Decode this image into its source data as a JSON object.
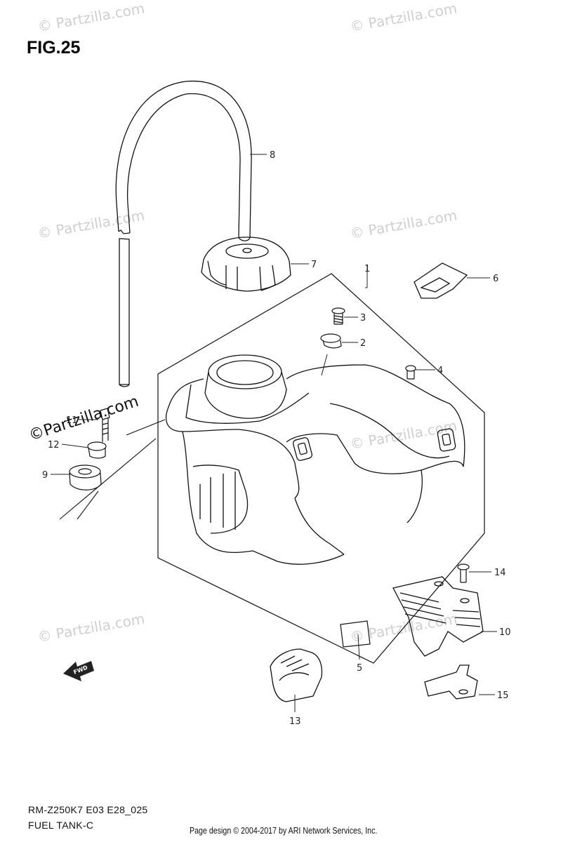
{
  "figure": {
    "title": "FIG.25"
  },
  "diagram": {
    "callouts": [
      {
        "id": "1",
        "label": "1"
      },
      {
        "id": "2",
        "label": "2"
      },
      {
        "id": "3",
        "label": "3"
      },
      {
        "id": "4",
        "label": "4"
      },
      {
        "id": "5",
        "label": "5"
      },
      {
        "id": "6",
        "label": "6"
      },
      {
        "id": "7",
        "label": "7"
      },
      {
        "id": "8",
        "label": "8"
      },
      {
        "id": "9",
        "label": "9"
      },
      {
        "id": "10",
        "label": "10"
      },
      {
        "id": "11",
        "label": "11"
      },
      {
        "id": "12",
        "label": "12"
      },
      {
        "id": "13",
        "label": "13"
      },
      {
        "id": "14",
        "label": "14"
      },
      {
        "id": "15",
        "label": "15"
      }
    ],
    "fwd_label": "FWD",
    "watermark": "© Partzilla.com",
    "watermark_bold": "©Partzilla.com"
  },
  "footer": {
    "model_code": "RM-Z250K7 E03 E28_025",
    "section_name": "FUEL TANK-C",
    "credit": "Page design © 2004-2017 by ARI Network Services, Inc."
  }
}
